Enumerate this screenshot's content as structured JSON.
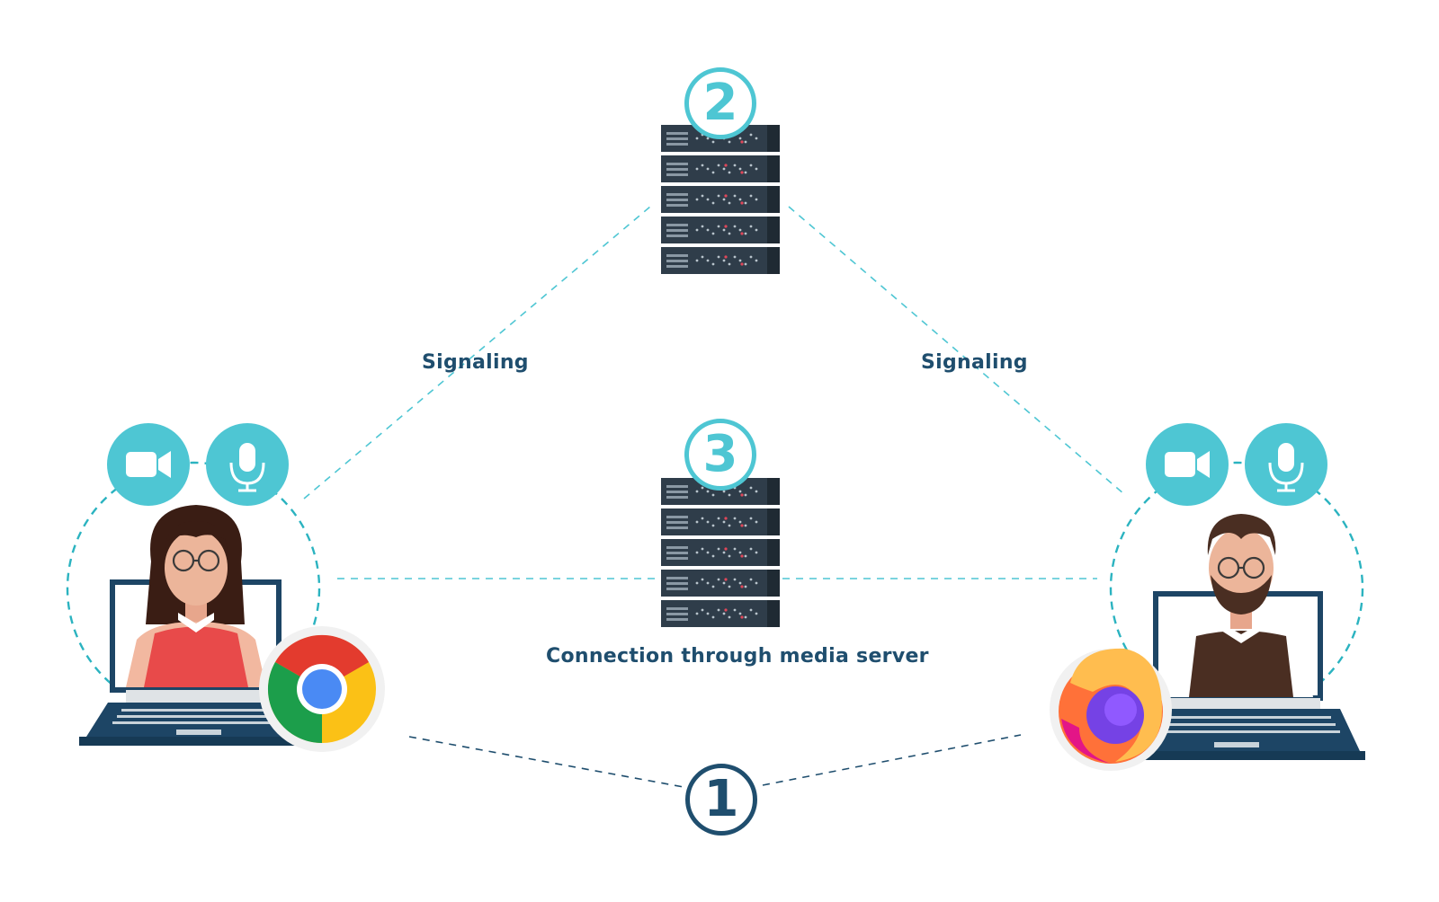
{
  "labels": {
    "signaling_left": "Signaling",
    "signaling_right": "Signaling",
    "media_server_connection": "Connection through media server"
  },
  "steps": {
    "one": "1",
    "two": "2",
    "three": "3"
  },
  "colors": {
    "accent_teal": "#4ec6d3",
    "navy": "#1f4e6e",
    "server_dark": "#2f3d4a",
    "laptop_navy": "#1d4565"
  },
  "icons": {
    "left_browser": "chrome-icon",
    "right_browser": "firefox-icon",
    "media_icons": [
      "video-camera-icon",
      "microphone-icon"
    ]
  }
}
